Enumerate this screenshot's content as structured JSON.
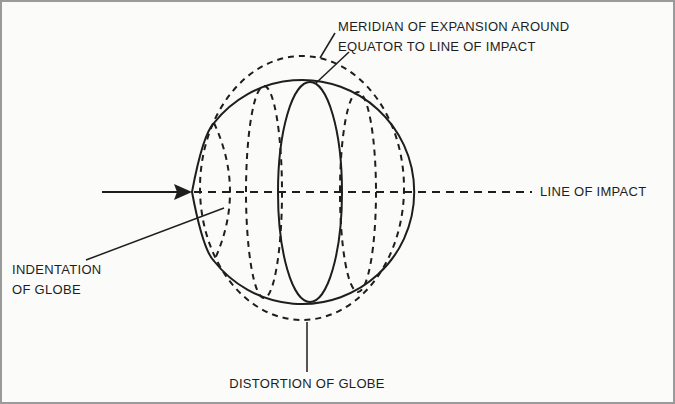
{
  "diagram": {
    "labels": [
      "MERIDIAN OF EXPANSION AROUND EQUATOR TO LINE OF IMPACT",
      "LINE OF IMPACT",
      "INDENTATION OF GLOBE",
      "DISTORTION OF GLOBE"
    ]
  }
}
